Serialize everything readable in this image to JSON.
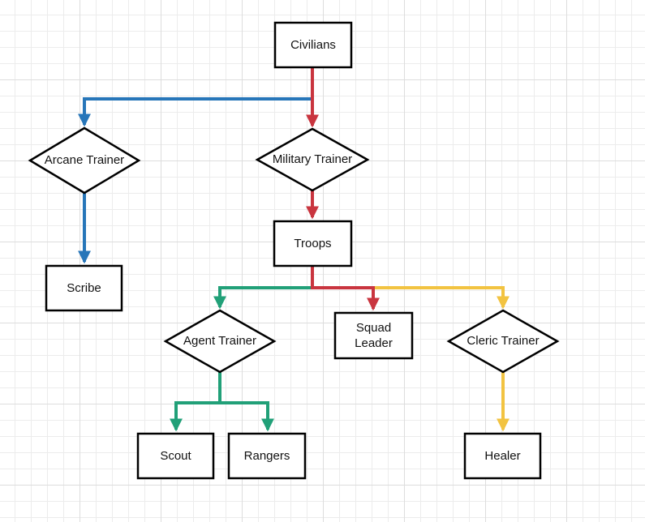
{
  "diagram": {
    "type": "flowchart",
    "nodes": {
      "civilians": {
        "label": "Civilians",
        "shape": "rectangle"
      },
      "arcane_trainer": {
        "label": "Arcane Trainer",
        "shape": "diamond"
      },
      "military_trainer": {
        "label": "Military Trainer",
        "shape": "diamond"
      },
      "troops": {
        "label": "Troops",
        "shape": "rectangle"
      },
      "scribe": {
        "label": "Scribe",
        "shape": "rectangle"
      },
      "agent_trainer": {
        "label": "Agent Trainer",
        "shape": "diamond"
      },
      "squad_leader": {
        "label": "Squad Leader",
        "shape": "rectangle"
      },
      "cleric_trainer": {
        "label": "Cleric Trainer",
        "shape": "diamond"
      },
      "scout": {
        "label": "Scout",
        "shape": "rectangle"
      },
      "rangers": {
        "label": "Rangers",
        "shape": "rectangle"
      },
      "healer": {
        "label": "Healer",
        "shape": "rectangle"
      }
    },
    "edges": [
      {
        "from": "civilians",
        "to": "arcane_trainer",
        "color": "blue"
      },
      {
        "from": "civilians",
        "to": "military_trainer",
        "color": "red"
      },
      {
        "from": "arcane_trainer",
        "to": "scribe",
        "color": "blue"
      },
      {
        "from": "military_trainer",
        "to": "troops",
        "color": "red"
      },
      {
        "from": "troops",
        "to": "agent_trainer",
        "color": "teal"
      },
      {
        "from": "troops",
        "to": "squad_leader",
        "color": "red"
      },
      {
        "from": "troops",
        "to": "cleric_trainer",
        "color": "yellow"
      },
      {
        "from": "agent_trainer",
        "to": "scout",
        "color": "teal"
      },
      {
        "from": "agent_trainer",
        "to": "rangers",
        "color": "teal"
      },
      {
        "from": "cleric_trainer",
        "to": "healer",
        "color": "yellow"
      }
    ],
    "colors": {
      "blue": "#2776b9",
      "red": "#c9353f",
      "teal": "#21a078",
      "yellow": "#f2c341",
      "node_border": "#000000",
      "node_fill": "#ffffff"
    }
  }
}
